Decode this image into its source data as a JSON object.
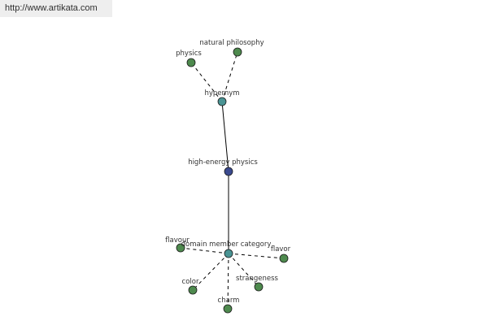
{
  "banner": {
    "url": "http://www.artikata.com"
  },
  "colors": {
    "center_node": "#3b4a8f",
    "relation_node": "#4a9494",
    "leaf_node": "#4e8a4e"
  },
  "graph": {
    "nodes": [
      {
        "id": "natural-philosophy",
        "label": "natural philosophy",
        "kind": "leaf"
      },
      {
        "id": "physics",
        "label": "physics",
        "kind": "leaf"
      },
      {
        "id": "hypernym",
        "label": "hypernym",
        "kind": "relation"
      },
      {
        "id": "high-energy-physics",
        "label": "high-energy physics",
        "kind": "center"
      },
      {
        "id": "domain-member-category",
        "label": "domain member category",
        "kind": "relation"
      },
      {
        "id": "flavour",
        "label": "flavour",
        "kind": "leaf"
      },
      {
        "id": "flavor",
        "label": "flavor",
        "kind": "leaf"
      },
      {
        "id": "color",
        "label": "color",
        "kind": "leaf"
      },
      {
        "id": "strangeness",
        "label": "strangeness",
        "kind": "leaf"
      },
      {
        "id": "charm",
        "label": "charm",
        "kind": "leaf"
      }
    ],
    "edges": [
      {
        "from": "hypernym",
        "to": "high-energy-physics",
        "style": "solid"
      },
      {
        "from": "high-energy-physics",
        "to": "domain-member-category",
        "style": "solid"
      },
      {
        "from": "hypernym",
        "to": "physics",
        "style": "dashed"
      },
      {
        "from": "hypernym",
        "to": "natural-philosophy",
        "style": "dashed"
      },
      {
        "from": "domain-member-category",
        "to": "flavour",
        "style": "dashed"
      },
      {
        "from": "domain-member-category",
        "to": "flavor",
        "style": "dashed"
      },
      {
        "from": "domain-member-category",
        "to": "color",
        "style": "dashed"
      },
      {
        "from": "domain-member-category",
        "to": "strangeness",
        "style": "dashed"
      },
      {
        "from": "domain-member-category",
        "to": "charm",
        "style": "dashed"
      }
    ]
  }
}
